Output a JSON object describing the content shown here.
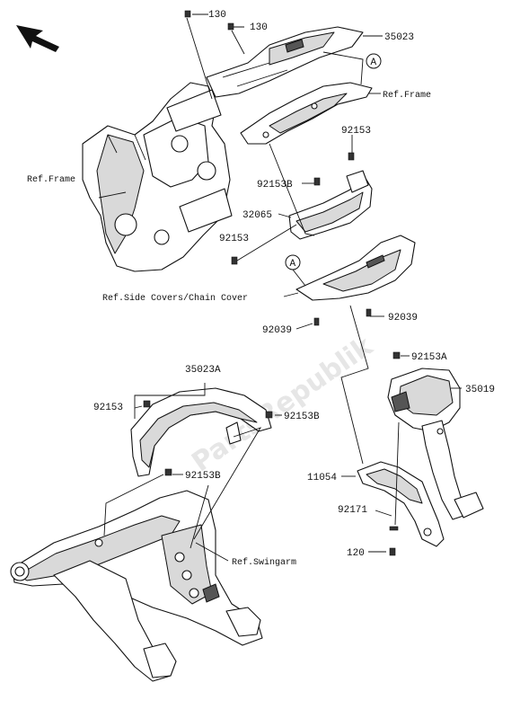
{
  "watermark": "PartsRepublik",
  "arrow_icon": "direction-arrow-icon",
  "callouts": [
    {
      "id": "c130a",
      "text": "130"
    },
    {
      "id": "c130b",
      "text": "130"
    },
    {
      "id": "c35023",
      "text": "35023"
    },
    {
      "id": "cRefFrameTop",
      "text": "Ref.Frame"
    },
    {
      "id": "cRefFrameLeft",
      "text": "Ref.Frame"
    },
    {
      "id": "c92153a",
      "text": "92153"
    },
    {
      "id": "c92153B_a",
      "text": "92153B"
    },
    {
      "id": "c32065",
      "text": "32065"
    },
    {
      "id": "c92153b",
      "text": "92153"
    },
    {
      "id": "cRefSide",
      "text": "Ref.Side Covers/Chain Cover"
    },
    {
      "id": "c92039a",
      "text": "92039"
    },
    {
      "id": "c92039b",
      "text": "92039"
    },
    {
      "id": "c35023A",
      "text": "35023A"
    },
    {
      "id": "c92153A",
      "text": "92153A"
    },
    {
      "id": "c35019",
      "text": "35019"
    },
    {
      "id": "c92153c",
      "text": "92153"
    },
    {
      "id": "c92153B_b",
      "text": "92153B"
    },
    {
      "id": "c92153B_c",
      "text": "92153B"
    },
    {
      "id": "c11054",
      "text": "11054"
    },
    {
      "id": "cRefSwing",
      "text": "Ref.Swingarm"
    },
    {
      "id": "c92171",
      "text": "92171"
    },
    {
      "id": "c120",
      "text": "120"
    }
  ],
  "markers": [
    {
      "id": "mA1",
      "text": "A"
    },
    {
      "id": "mA2",
      "text": "A"
    }
  ]
}
